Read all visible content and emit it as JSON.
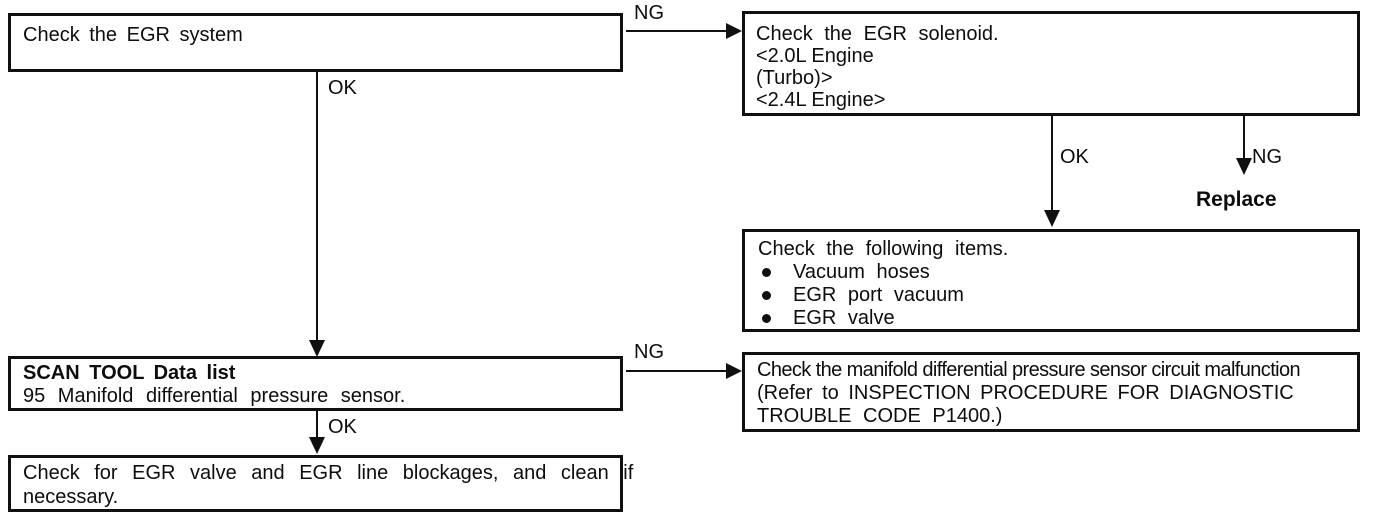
{
  "nodes": {
    "check_egr_system": {
      "text": "Check the EGR system"
    },
    "check_egr_solenoid": {
      "lines": [
        "Check the EGR solenoid.",
        "<2.0L Engine",
        "(Turbo)>",
        "<2.4L Engine>"
      ]
    },
    "check_following_items": {
      "title": "Check the following items.",
      "bullets": [
        "Vacuum hoses",
        "EGR port vacuum",
        "EGR valve"
      ]
    },
    "scan_tool_data_list": {
      "title": "SCAN TOOL Data list",
      "detail": "95 Manifold differential pressure sensor."
    },
    "manifold_sensor_circuit": {
      "lines": [
        "Check the manifold differential pressure sensor circuit malfunction",
        "(Refer to INSPECTION PROCEDURE FOR DIAGNOSTIC",
        "TROUBLE CODE P1400.)"
      ]
    },
    "egr_blockages": {
      "lines": [
        "Check for EGR valve and EGR line blockages, and clean if",
        "necessary."
      ]
    }
  },
  "edge_labels": {
    "egr_system_ng": "NG",
    "egr_system_ok": "OK",
    "solenoid_ok": "OK",
    "solenoid_ng": "NG",
    "solenoid_ng_action": "Replace",
    "scan_tool_ng": "NG",
    "scan_tool_ok": "OK"
  },
  "colors": {
    "ink": "#101010",
    "background": "#ffffff"
  }
}
